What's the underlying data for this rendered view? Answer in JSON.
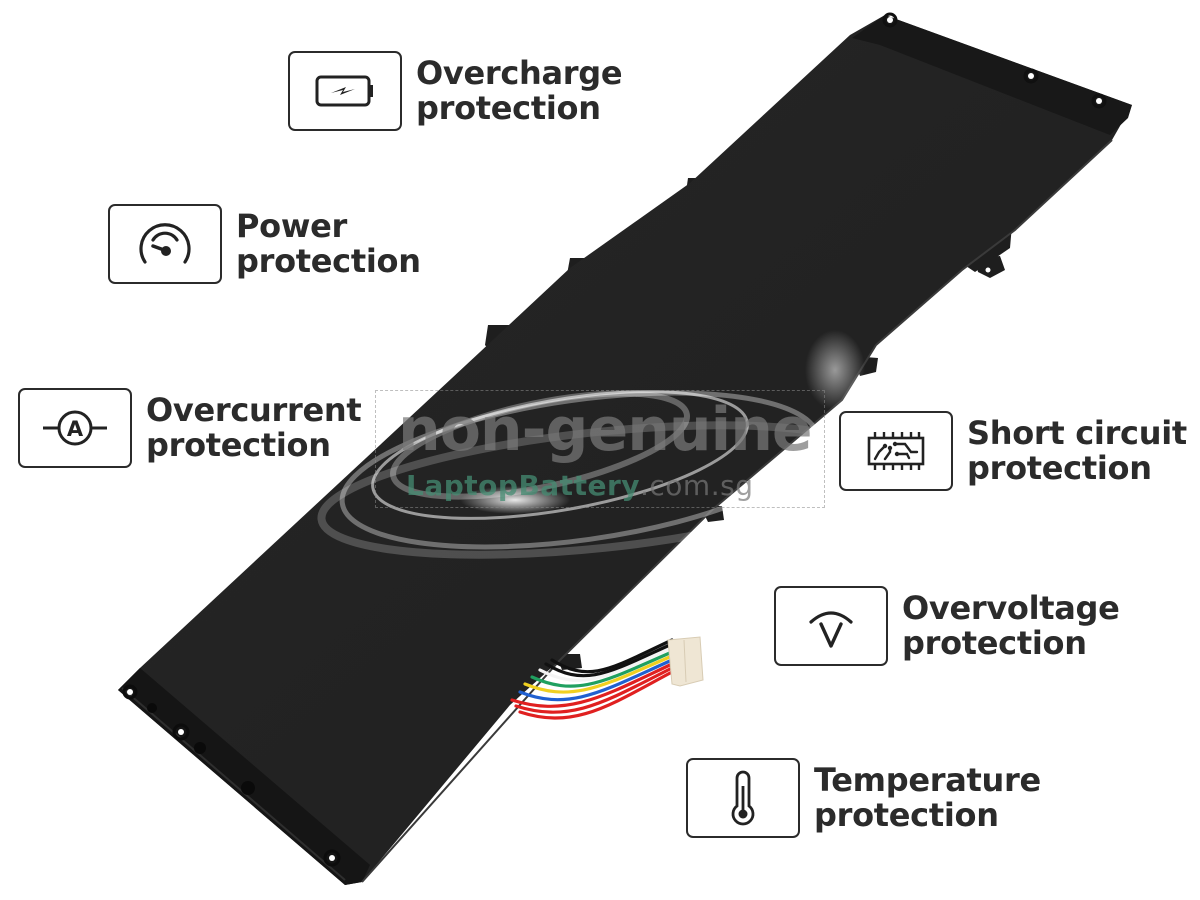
{
  "image": {
    "subject": "laptop battery product illustration",
    "background_color": "#ffffff",
    "battery_color": "#232323",
    "text_color": "#2b2b2b"
  },
  "features": [
    {
      "id": "overcharge",
      "icon": "battery-charging-icon",
      "line1": "Overcharge",
      "line2": "protection"
    },
    {
      "id": "power",
      "icon": "gauge-icon",
      "line1": "Power",
      "line2": "protection"
    },
    {
      "id": "overcurrent",
      "icon": "ammeter-icon",
      "line1": "Overcurrent",
      "line2": "protection"
    },
    {
      "id": "short-circuit",
      "icon": "circuit-chip-icon",
      "line1": "Short circuit",
      "line2": "protection"
    },
    {
      "id": "overvoltage",
      "icon": "voltmeter-icon",
      "line1": "Overvoltage",
      "line2": "protection"
    },
    {
      "id": "temperature",
      "icon": "thermometer-icon",
      "line1": "Temperature",
      "line2": "protection"
    }
  ],
  "watermark": {
    "main": "non-genuine",
    "brand": "LaptopBattery",
    "tld": ".com.sg"
  },
  "cable": {
    "wire_colors": [
      "#e02020",
      "#e02020",
      "#e02020",
      "#2060d0",
      "#f0d020",
      "#20a060",
      "#f0f0f0",
      "#111111",
      "#111111",
      "#111111"
    ],
    "connector_color": "#efe6d4"
  }
}
